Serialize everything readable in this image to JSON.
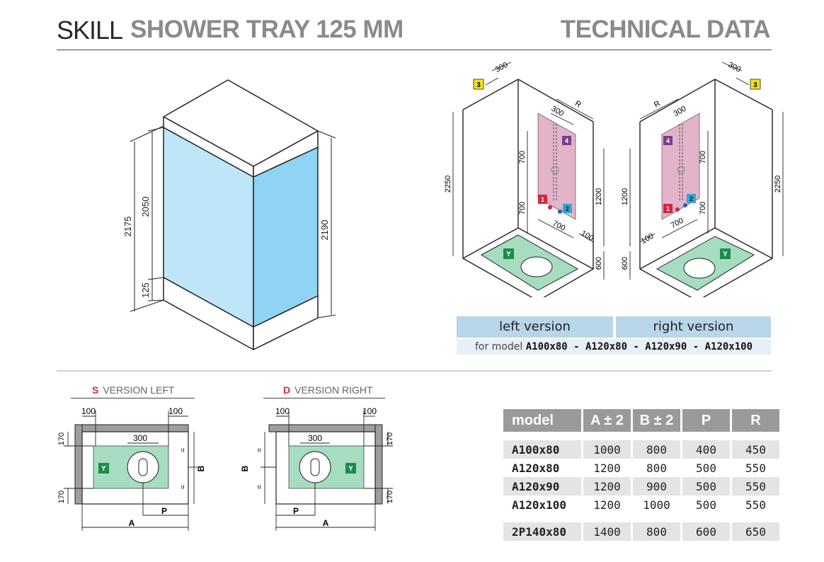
{
  "header": {
    "brand": "SKILL",
    "title": "SHOWER TRAY 125 MM",
    "section": "TECHNICAL DATA"
  },
  "cabin_dims": {
    "d2175": "2175",
    "d2050": "2050",
    "d125": "125",
    "d2190": "2190"
  },
  "iso_left": {
    "d300a": "300",
    "d300b": "300",
    "dR": "R",
    "d700a": "700",
    "d700b": "700",
    "d700c": "700",
    "d1200": "1200",
    "d100": "100",
    "d600": "600",
    "d2250": "2250",
    "badge3": "3",
    "badge4": "4",
    "badge1": "1",
    "badge2": "2",
    "badgeY": "Y"
  },
  "iso_right": {
    "d300a": "300",
    "d300b": "300",
    "dR": "R",
    "d700a": "700",
    "d700b": "700",
    "d700c": "700",
    "d1200": "1200",
    "d100": "100",
    "d600": "600",
    "d2250": "2250",
    "badge3": "3",
    "badge4": "4",
    "badge1": "1",
    "badge2": "2",
    "badgeY": "Y"
  },
  "versions": {
    "left": "left version",
    "right": "right version",
    "models_prefix": "for model",
    "models": "A100x80 - A120x80 - A120x90 - A120x100"
  },
  "plan_left": {
    "letter": "S",
    "title": "VERSION LEFT",
    "d100a": "100",
    "d100b": "100",
    "d300": "300",
    "d170a": "170",
    "d170b": "170",
    "eq1": "=",
    "eq2": "=",
    "B": "B",
    "P": "P",
    "A": "A",
    "Y": "Y"
  },
  "plan_right": {
    "letter": "D",
    "title": "VERSION RIGHT",
    "d100a": "100",
    "d100b": "100",
    "d300": "300",
    "d170a": "170",
    "d170b": "170",
    "eq1": "=",
    "eq2": "=",
    "B": "B",
    "P": "P",
    "A": "A",
    "Y": "Y"
  },
  "table": {
    "headers": [
      "model",
      "A ± 2",
      "B ± 2",
      "P",
      "R"
    ],
    "rows": [
      [
        "A100x80",
        "1000",
        "800",
        "400",
        "450"
      ],
      [
        "A120x80",
        "1200",
        "800",
        "500",
        "550"
      ],
      [
        "A120x90",
        "1200",
        "900",
        "500",
        "550"
      ],
      [
        "A120x100",
        "1200",
        "1000",
        "500",
        "550"
      ],
      [
        "2P140x80",
        "1400",
        "800",
        "600",
        "650"
      ]
    ]
  },
  "colors": {
    "header_gray": "#8a8a8a",
    "glass_blue": "#8fd3f5",
    "tray_green": "#a6dcc0",
    "plumbing_pink": "#e2b3c9",
    "badge_yellow": "#f3e31a",
    "badge_red": "#d7263d",
    "badge_cyan": "#2aa9d6",
    "badge_purple": "#7b3f8c",
    "badge_green": "#1f8a4c",
    "version_blue": "#b8d5ea",
    "table_header": "#9a9a9a",
    "row_shade": "#e4e4e4"
  }
}
